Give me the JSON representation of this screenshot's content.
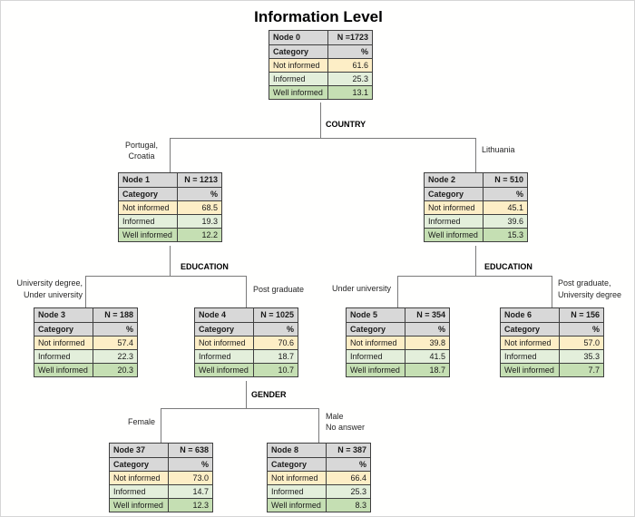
{
  "title": "Information Level",
  "table_labels": {
    "category": "Category",
    "percent": "%"
  },
  "categories": [
    "Not informed",
    "Informed",
    "Well informed"
  ],
  "nodes": [
    {
      "name": "Node 0",
      "n": "N =1723",
      "values": [
        "61.6",
        "25.3",
        "13.1"
      ]
    },
    {
      "name": "Node 1",
      "n": "N = 1213",
      "values": [
        "68.5",
        "19.3",
        "12.2"
      ]
    },
    {
      "name": "Node 2",
      "n": "N = 510",
      "values": [
        "45.1",
        "39.6",
        "15.3"
      ]
    },
    {
      "name": "Node 3",
      "n": "N = 188",
      "values": [
        "57.4",
        "22.3",
        "20.3"
      ]
    },
    {
      "name": "Node 4",
      "n": "N = 1025",
      "values": [
        "70.6",
        "18.7",
        "10.7"
      ]
    },
    {
      "name": "Node 5",
      "n": "N = 354",
      "values": [
        "39.8",
        "41.5",
        "18.7"
      ]
    },
    {
      "name": "Node 6",
      "n": "N = 156",
      "values": [
        "57.0",
        "35.3",
        "7.7"
      ]
    },
    {
      "name": "Node 37",
      "n": "N = 638",
      "values": [
        "73.0",
        "14.7",
        "12.3"
      ]
    },
    {
      "name": "Node 8",
      "n": "N = 387",
      "values": [
        "66.4",
        "25.3",
        "8.3"
      ]
    }
  ],
  "splits": {
    "country": {
      "variable": "COUNTRY",
      "left": [
        "Portugal,",
        "Croatia"
      ],
      "right": [
        "Lithuania"
      ]
    },
    "education1": {
      "variable": "EDUCATION",
      "left": [
        "University degree,",
        "Under university"
      ],
      "right": [
        "Post graduate"
      ]
    },
    "education2": {
      "variable": "EDUCATION",
      "left": [
        "Under university"
      ],
      "right": [
        "Post graduate,",
        "University degree"
      ]
    },
    "gender": {
      "variable": "GENDER",
      "left": [
        "Female"
      ],
      "right": [
        "Male",
        "No answer"
      ]
    }
  },
  "colors": {
    "header_bg": "#d8d8d8",
    "not_informed_bg": "#fdeec6",
    "informed_bg": "#e3efdb",
    "well_informed_bg": "#c5dfb3",
    "table_border": "#3f3f3f",
    "connector_line": "#7a7a7a"
  }
}
